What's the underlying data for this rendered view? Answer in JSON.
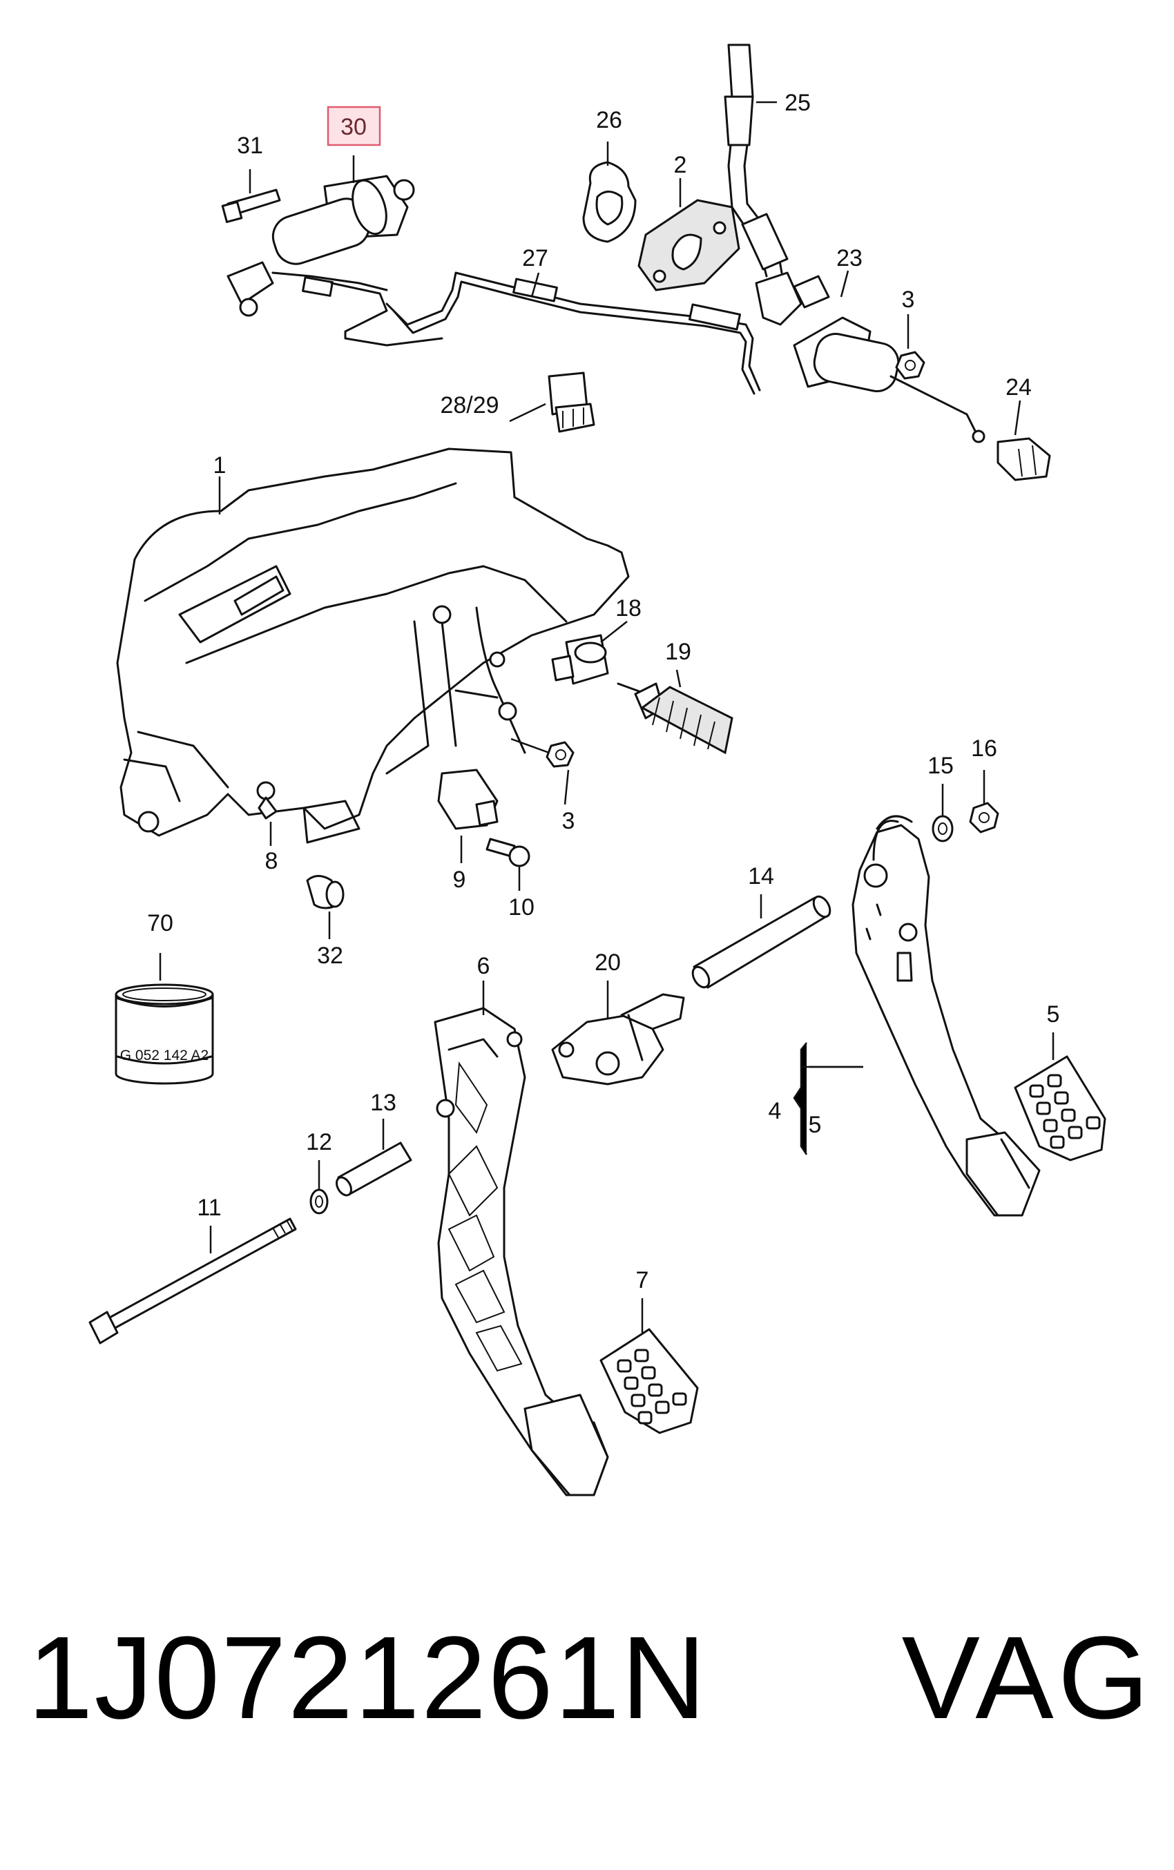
{
  "callouts": {
    "c1": "1",
    "c2": "2",
    "c3a": "3",
    "c3b": "3",
    "c4": "4",
    "c5a": "5",
    "c5b": "5",
    "c6": "6",
    "c7": "7",
    "c8": "8",
    "c9": "9",
    "c10": "10",
    "c11": "11",
    "c12": "12",
    "c13": "13",
    "c14": "14",
    "c15": "15",
    "c16": "16",
    "c18": "18",
    "c19": "19",
    "c20": "20",
    "c23": "23",
    "c24": "24",
    "c25": "25",
    "c26": "26",
    "c27": "27",
    "c2829": "28/29",
    "c30": "30",
    "c31": "31",
    "c32": "32",
    "c70": "70"
  },
  "highlighted_callout": "30",
  "highlight_color": "#fde3e6",
  "part70_marking": "G 052 142 A2",
  "footer": {
    "part_number": "1J0721261N",
    "brand": "VAG"
  }
}
